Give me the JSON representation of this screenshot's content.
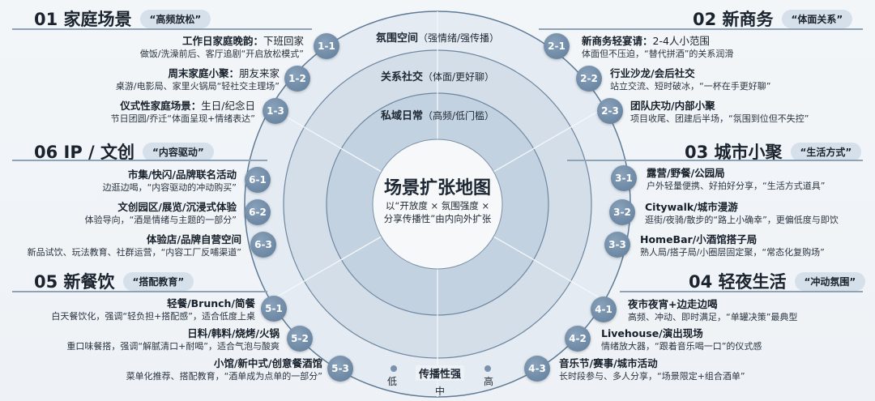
{
  "center": {
    "title": "场景扩张地图",
    "subtitle": "以“开放度 × 氛围强度 × 分享传播性”由内向外扩张"
  },
  "rings": [
    {
      "name": "氛围空间",
      "note": "（强情绪/强传播）"
    },
    {
      "name": "关系社交",
      "note": "（体面/更好聊）"
    },
    {
      "name": "私域日常",
      "note": "（高频/低门槛）"
    }
  ],
  "axis": {
    "title": "传播性强",
    "low": "低",
    "mid": "中",
    "high": "高"
  },
  "colors": {
    "badge": "#6f8aa6",
    "ring_outer": "#dfe7ef",
    "ring_mid": "#cdd9e5",
    "ring_inner": "#bfcedd",
    "core": "#f7f9fb"
  },
  "sections": [
    {
      "id": "01",
      "title": "01 家庭场景",
      "tag": "“高频放松”",
      "items": [
        {
          "badge": "1-1",
          "title": "工作日家庭晚韵：",
          "title_extra": "下班回家",
          "desc": "做饭/洗澡前后、客厅追剧“开启放松模式”"
        },
        {
          "badge": "1-2",
          "title": "周末家庭小聚：",
          "title_extra": "朋友来家",
          "desc": "桌游/电影局、家里火锅局“轻社交主理场”"
        },
        {
          "badge": "1-3",
          "title": "仪式性家庭场景：",
          "title_extra": "生日/纪念日",
          "desc": "节日团圆/乔迁“体面呈现+情绪表达”"
        }
      ]
    },
    {
      "id": "02",
      "title": "02 新商务",
      "tag": "“体面关系”",
      "items": [
        {
          "badge": "2-1",
          "title": "新商务轻宴请：",
          "title_extra": "2-4人小范围",
          "desc": "体面但不压迫，“替代拼酒”的关系润滑"
        },
        {
          "badge": "2-2",
          "title": "行业沙龙/会后社交",
          "title_extra": "",
          "desc": "站立交流、短时破冰，“一杯在手更好聊”"
        },
        {
          "badge": "2-3",
          "title": "团队庆功/内部小聚",
          "title_extra": "",
          "desc": "项目收尾、团建后半场，“氛围到位但不失控”"
        }
      ]
    },
    {
      "id": "03",
      "title": "03 城市小聚",
      "tag": "“生活方式”",
      "items": [
        {
          "badge": "3-1",
          "title": "露营/野餐/公园局",
          "title_extra": "",
          "desc": "户外轻量便携、好拍好分享，“生活方式道具”"
        },
        {
          "badge": "3-2",
          "title": "Citywalk/城市漫游",
          "title_extra": "",
          "desc": "逛街/夜骑/散步的“路上小确幸”，更偏低度与即饮"
        },
        {
          "badge": "3-3",
          "title": "HomeBar/小酒馆搭子局",
          "title_extra": "",
          "desc": "熟人局/搭子局/小圈层固定聚，“常态化复购场”"
        }
      ]
    },
    {
      "id": "04",
      "title": "04 轻夜生活",
      "tag": "“冲动氛围”",
      "items": [
        {
          "badge": "4-1",
          "title": "夜市夜宵+边走边喝",
          "title_extra": "",
          "desc": "高频、冲动、即时满足，“单罐决策”最典型"
        },
        {
          "badge": "4-2",
          "title": "Livehouse/演出现场",
          "title_extra": "",
          "desc": "情绪放大器，“跟着音乐喝一口”的仪式感"
        },
        {
          "badge": "4-3",
          "title": "音乐节/赛事/城市活动",
          "title_extra": "",
          "desc": "长时段参与、多人分享，“场景限定+组合酒单”"
        }
      ]
    },
    {
      "id": "05",
      "title": "05 新餐饮",
      "tag": "“搭配教育”",
      "items": [
        {
          "badge": "5-1",
          "title": "轻餐/Brunch/简餐",
          "title_extra": "",
          "desc": "白天餐饮化，强调“轻负担+搭配感”，适合低度上桌"
        },
        {
          "badge": "5-2",
          "title": "日料/韩料/烧烤/火锅",
          "title_extra": "",
          "desc": "重口味餐搭，强调“解腻清口+耐喝”，适合气泡与酸爽"
        },
        {
          "badge": "5-3",
          "title": "小馆/新中式/创意餐酒馆",
          "title_extra": "",
          "desc": "菜单化推荐、搭配教育，“酒单成为点单的一部分”"
        }
      ]
    },
    {
      "id": "06",
      "title": "06 IP / 文创",
      "tag": "“内容驱动”",
      "items": [
        {
          "badge": "6-1",
          "title": "市集/快闪/品牌联名活动",
          "title_extra": "",
          "desc": "边逛边喝，“内容驱动的冲动购买”"
        },
        {
          "badge": "6-2",
          "title": "文创园区/展览/沉浸式体验",
          "title_extra": "",
          "desc": "体验导向，“酒是情绪与主题的一部分”"
        },
        {
          "badge": "6-3",
          "title": "体验店/品牌自营空间",
          "title_extra": "",
          "desc": "新品试饮、玩法教育、社群运营，“内容工厂反哺渠道”"
        }
      ]
    }
  ]
}
